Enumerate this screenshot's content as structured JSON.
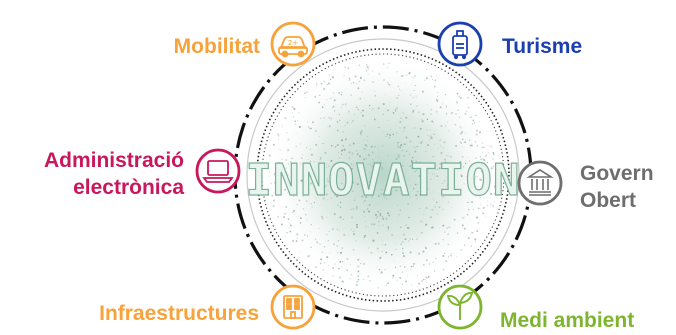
{
  "center": {
    "label": "INNOVATION"
  },
  "nodes": [
    {
      "id": "mobility",
      "label": "Mobilitat",
      "icon": "car-icon",
      "color": "#F7A23A"
    },
    {
      "id": "tourism",
      "label": "Turisme",
      "icon": "luggage-icon",
      "color": "#1B3FAF"
    },
    {
      "id": "egov",
      "label_line1": "Administració",
      "label_line2": "electrònica",
      "icon": "laptop-icon",
      "color": "#C8175D"
    },
    {
      "id": "gov",
      "label_line1": "Govern",
      "label_line2": "Obert",
      "icon": "government-building-icon",
      "color": "#6E6E6E"
    },
    {
      "id": "infra",
      "label": "Infraestructures",
      "icon": "building-icon",
      "color": "#F7A23A"
    },
    {
      "id": "env",
      "label": "Medi ambient",
      "icon": "plant-sprout-icon",
      "color": "#7DB52E"
    }
  ]
}
